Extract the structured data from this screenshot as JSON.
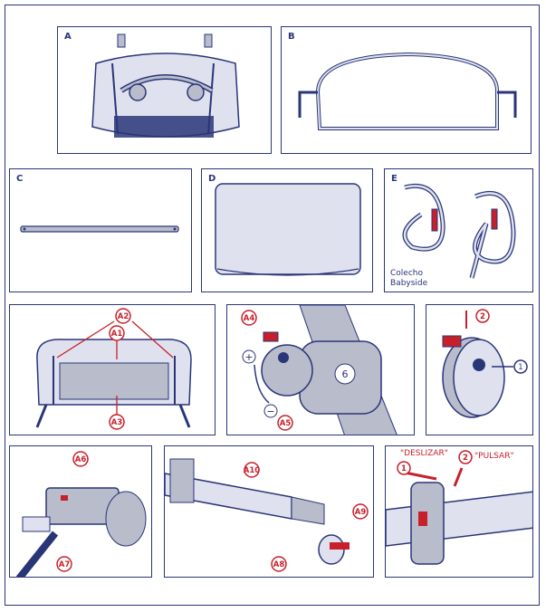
{
  "panels": {
    "A": {
      "label": "A"
    },
    "B": {
      "label": "B"
    },
    "C": {
      "label": "C"
    },
    "D": {
      "label": "D"
    },
    "E": {
      "label": "E",
      "caption_line1": "Colecho",
      "caption_line2": "Babyside"
    }
  },
  "callouts": {
    "a1": "A1",
    "a2": "A2",
    "a3": "A3",
    "a4": "A4",
    "a5": "A5",
    "a6": "A6",
    "a7": "A7",
    "a8": "A8",
    "a9": "A9",
    "a10": "A10",
    "plus": "+",
    "minus": "−",
    "six": "6",
    "one": "1",
    "two": "2"
  },
  "actions": {
    "slide": "\"DESLIZAR\"",
    "press": "\"PULSAR\""
  },
  "colors": {
    "outline": "#2a3578",
    "accent": "#c8202a",
    "fill": "#dfe2ee",
    "grey": "#b9bccb"
  }
}
